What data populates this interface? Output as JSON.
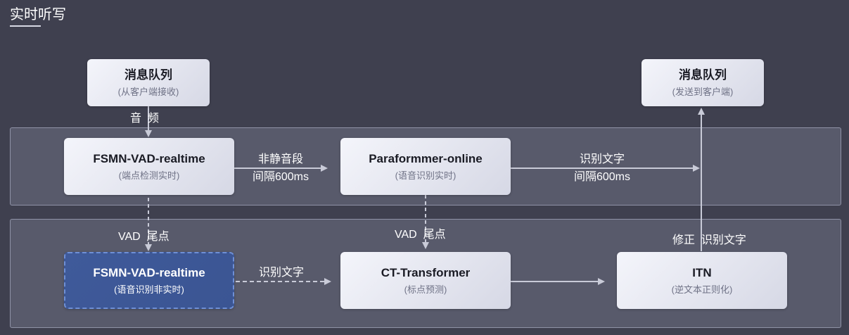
{
  "title": "实时听写",
  "nodes": {
    "queue_in": {
      "main": "消息队列",
      "sub": "(从客户端接收)"
    },
    "queue_out": {
      "main": "消息队列",
      "sub": "(发送到客户端)"
    },
    "fsmn_rt": {
      "main": "FSMN-VAD-realtime",
      "sub": "(端点检测实时)"
    },
    "paraformer": {
      "main": "Paraformmer-online",
      "sub": "(语音识别实时)"
    },
    "fsmn_nrt": {
      "main": "FSMN-VAD-realtime",
      "sub": "(语音识别非实时)"
    },
    "ct": {
      "main": "CT-Transformer",
      "sub": "(标点预测)"
    },
    "itn": {
      "main": "ITN",
      "sub": "(逆文本正则化)"
    }
  },
  "edges": {
    "audio": "音  频",
    "nonsilent_line1": "非静音段",
    "nonsilent_line2": "间隔600ms",
    "text_line1": "识别文字",
    "text_line2": "间隔600ms",
    "vad_end_1": "VAD  尾点",
    "vad_end_2": "VAD  尾点",
    "text_to_ct": "识别文字",
    "fix_text": "修正  识别文字"
  },
  "colors": {
    "background": "#3f404f",
    "band": "#585a6b",
    "arrow": "#c9cbd8",
    "highlight": "#3f5a9a"
  }
}
